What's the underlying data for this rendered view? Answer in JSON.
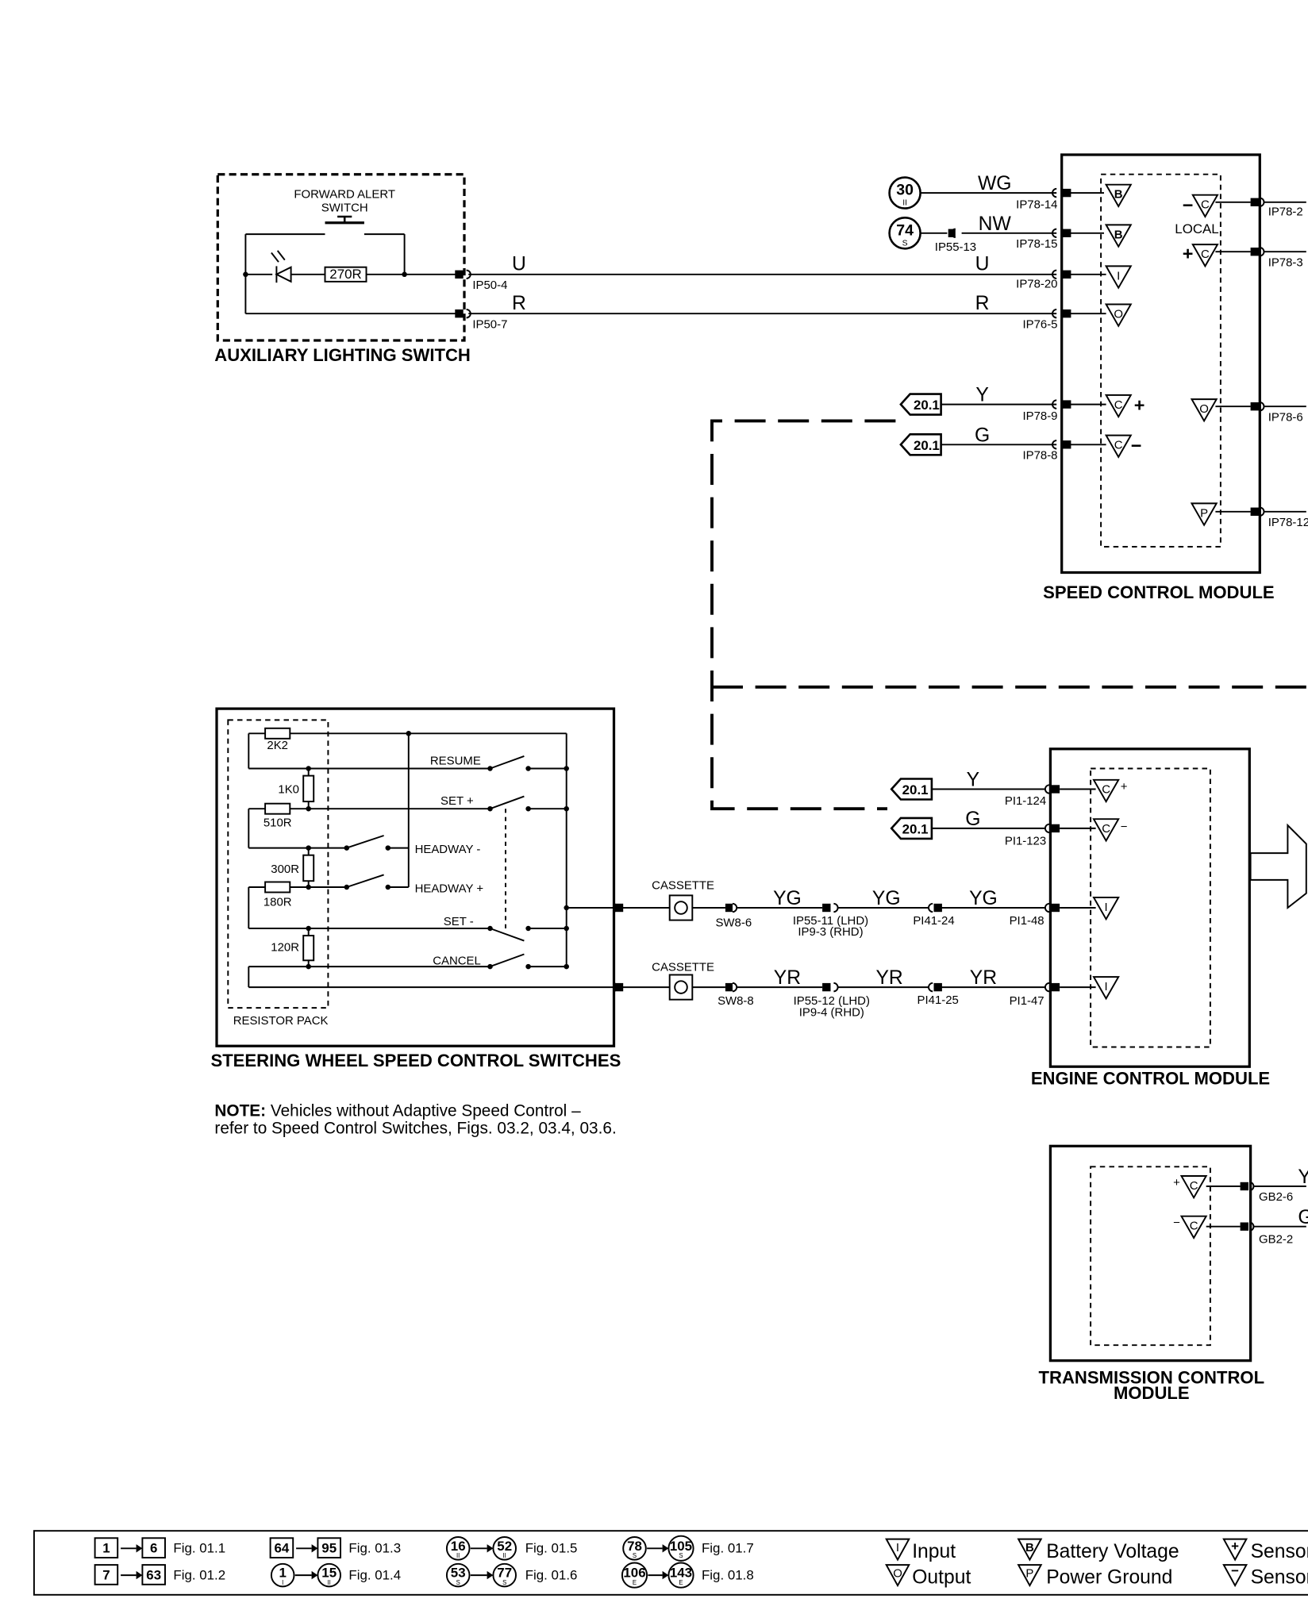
{
  "components": {
    "aux_switch": {
      "title": "AUXILIARY LIGHTING SWITCH",
      "switch_label_1": "FORWARD ALERT",
      "switch_label_2": "SWITCH",
      "resistor": "270R",
      "pins": [
        "IP50-4",
        "IP50-7"
      ]
    },
    "scm": {
      "title": "SPEED CONTROL MODULE",
      "local": "LOCAL",
      "left_pins": [
        "IP78-14",
        "IP78-15",
        "IP78-20",
        "IP76-5",
        "IP78-9",
        "IP78-8"
      ],
      "right_pins": [
        "IP78-2",
        "IP78-3",
        "IP78-6",
        "IP78-12"
      ],
      "feed_refs": [
        {
          "num": "30",
          "sub": "II"
        },
        {
          "num": "74",
          "sub": "S"
        }
      ],
      "feed_connector": "IP55-13",
      "symbol_letters": [
        "B",
        "B",
        "I",
        "O",
        "C",
        "C",
        "C",
        "C",
        "O",
        "P"
      ],
      "symbol_signs": [
        "+",
        "−",
        "−",
        "+"
      ]
    },
    "switches": {
      "title": "STEERING WHEEL SPEED CONTROL SWITCHES",
      "pack": "RESISTOR PACK",
      "resistors": [
        "2K2",
        "1K0",
        "510R",
        "300R",
        "180R",
        "120R"
      ],
      "switch_labels": [
        "RESUME",
        "SET +",
        "HEADWAY -",
        "HEADWAY +",
        "SET -",
        "CANCEL"
      ],
      "cassette": "CASSETTE"
    },
    "ecm": {
      "title": "ENGINE CONTROL MODULE",
      "pins": [
        "PI1-124",
        "PI1-123",
        "PI1-48",
        "PI1-47"
      ],
      "signs": [
        "+",
        "−"
      ],
      "symbol_letters": [
        "C",
        "C",
        "I",
        "I"
      ]
    },
    "tcm": {
      "title_1": "TRANSMISSION CONTROL",
      "title_2": "MODULE",
      "pins": [
        "GB2-6",
        "GB2-2"
      ],
      "signs": [
        "+",
        "−"
      ],
      "wires": [
        "Y",
        "G"
      ],
      "symbol_letters": [
        "C",
        "C"
      ]
    }
  },
  "refs": {
    "fig_20_1": "20.1"
  },
  "wires": {
    "WG": "WG",
    "NW": "NW",
    "U": "U",
    "R": "R",
    "Y": "Y",
    "G": "G",
    "YG": "YG",
    "YR": "YR"
  },
  "connectors": {
    "sw8_6": "SW8-6",
    "sw8_8": "SW8-8",
    "ip55_11": "IP55-11 (LHD)",
    "ip9_3": "IP9-3 (RHD)",
    "ip55_12": "IP55-12 (LHD)",
    "ip9_4": "IP9-4 (RHD)",
    "pi41_24": "PI41-24",
    "pi41_25": "PI41-25"
  },
  "note": {
    "bold": "NOTE:",
    "line1": " Vehicles without Adaptive Speed Control –",
    "line2": "refer to Speed Control Switches, Figs. 03.2, 03.4, 03.6."
  },
  "legend": {
    "figs": [
      {
        "a": "1",
        "b": "6",
        "fig": "Fig. 01.1"
      },
      {
        "a": "7",
        "b": "63",
        "fig": "Fig. 01.2"
      },
      {
        "a": "64",
        "b": "95",
        "fig": "Fig. 01.3"
      },
      {
        "a": "1",
        "a_sub": "I",
        "b": "15",
        "b_sub": "II",
        "fig": "Fig. 01.4"
      },
      {
        "a": "16",
        "a_sub": "II",
        "b": "52",
        "b_sub": "II",
        "fig": "Fig. 01.5"
      },
      {
        "a": "53",
        "a_sub": "S",
        "b": "77",
        "b_sub": "S",
        "fig": "Fig. 01.6"
      },
      {
        "a": "78",
        "a_sub": "S",
        "b": "105",
        "b_sub": "S",
        "fig": "Fig. 01.7"
      },
      {
        "a": "106",
        "a_sub": "E",
        "b": "143",
        "b_sub": "E",
        "fig": "Fig. 01.8"
      }
    ],
    "symbols": {
      "input_letter": "I",
      "input": "Input",
      "output_letter": "O",
      "output": "Output",
      "battery_letter": "B",
      "battery": "Battery Voltage",
      "ground_letter": "P",
      "ground": "Power Ground",
      "sensor_plus": "Sensor/",
      "sensor_minus": "Sensor/"
    }
  }
}
